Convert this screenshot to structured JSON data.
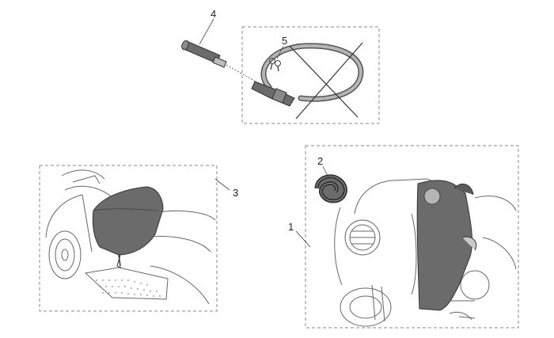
{
  "diagram": {
    "callouts": [
      {
        "id": "1",
        "label": "1"
      },
      {
        "id": "2",
        "label": "2"
      },
      {
        "id": "3",
        "label": "3"
      },
      {
        "id": "4",
        "label": "4"
      },
      {
        "id": "5",
        "label": "5"
      }
    ],
    "parts": {
      "part-1": "leg-cover-apron",
      "part-2": "rolled-strap",
      "part-3": "seat-bag-cover",
      "part-4": "lock-cylinder",
      "part-5": "keys"
    },
    "colors": {
      "line": "#555555",
      "dark_fill": "#6b6b6b",
      "cable_fill": "#9a9a9a",
      "frame_dash": "#888888"
    }
  }
}
